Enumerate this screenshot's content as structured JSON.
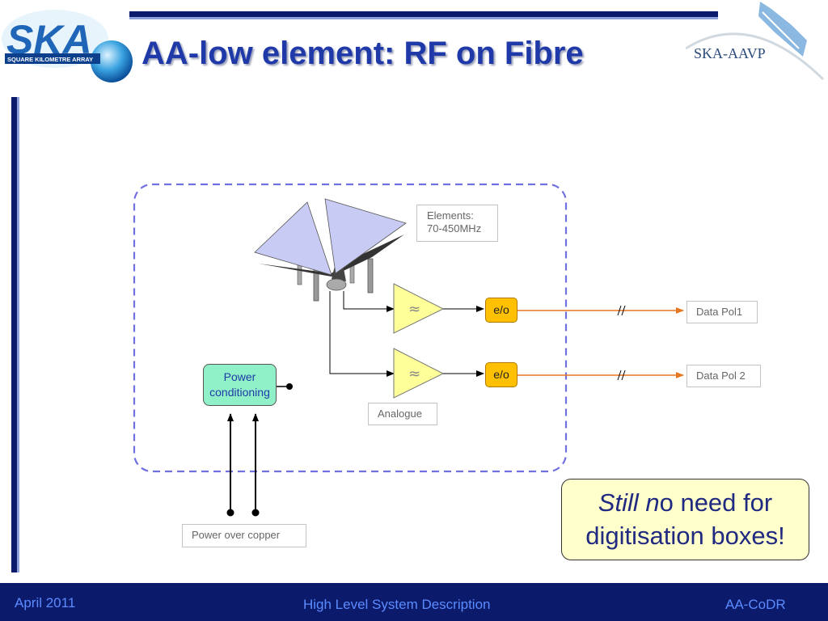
{
  "slide": {
    "title": "AA-low element: RF on Fibre"
  },
  "logos": {
    "left_wordmark": "SKA",
    "left_subtitle": "SQUARE KILOMETRE ARRAY",
    "right_text": "SKA-AAVP"
  },
  "diagram": {
    "elements_label_line1": "Elements:",
    "elements_label_line2": "70-450MHz",
    "eo_label_1": "e/o",
    "eo_label_2": "e/o",
    "data_pol_1": "Data Pol1",
    "data_pol_2": "Data Pol 2",
    "analogue_label": "Analogue",
    "power_line1": "Power",
    "power_line2": "conditioning",
    "power_copper": "Power over copper",
    "filter_glyph": "≈"
  },
  "callout": {
    "italic_part": "Still n",
    "rest_part": "o need for",
    "line2": "digitisation boxes!"
  },
  "footer": {
    "date": "April 2011",
    "center": "High Level System Description",
    "right": "AA-CoDR"
  },
  "colors": {
    "title": "#1f3aa8",
    "footer_bg": "#0c1a6b",
    "footer_text": "#5b8cff",
    "fibre_line": "#e87722",
    "eo_fill": "#ffc000",
    "amp_fill": "#ffff99",
    "power_fill": "#90f0c8",
    "antenna_fill": "#c8ccf5",
    "dashed_border": "#7070e0"
  }
}
